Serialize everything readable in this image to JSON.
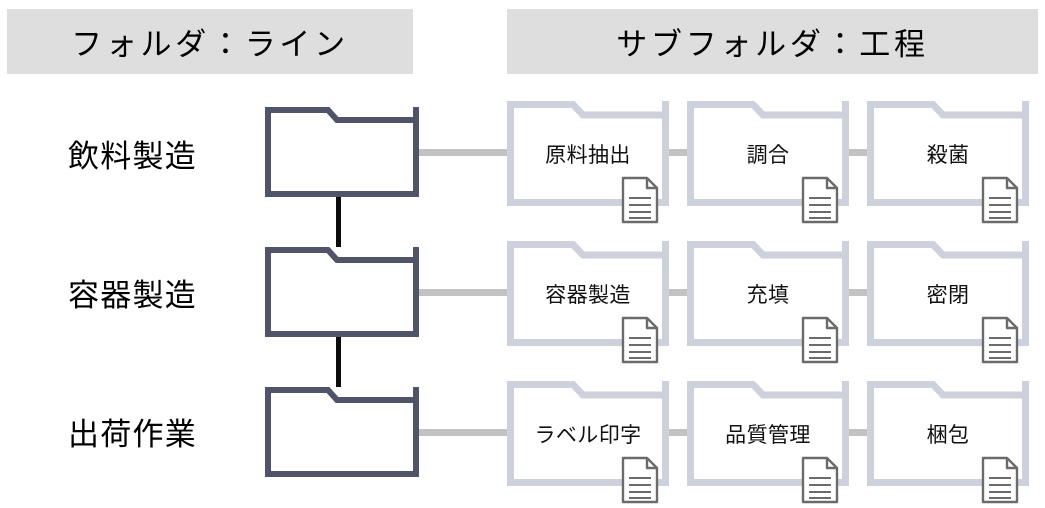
{
  "headers": {
    "folder": "フォルダ：ライン",
    "subfolder": "サブフォルダ：工程"
  },
  "colors": {
    "header_bg": "#dedede",
    "main_folder_border": "#4f5468",
    "sub_folder_border": "#ccd1dc",
    "connector": "#c2c2c2",
    "trunk": "#0c0c0c",
    "doc_icon": "#6b6b6b",
    "text": "#111111",
    "page_bg": "#ffffff"
  },
  "rows": [
    {
      "label": "飲料製造",
      "subfolders": [
        {
          "label": "原料抽出",
          "icon": "document-icon"
        },
        {
          "label": "調合",
          "icon": "document-icon"
        },
        {
          "label": "殺菌",
          "icon": "document-icon"
        }
      ]
    },
    {
      "label": "容器製造",
      "subfolders": [
        {
          "label": "容器製造",
          "icon": "document-icon"
        },
        {
          "label": "充填",
          "icon": "document-icon"
        },
        {
          "label": "密閉",
          "icon": "document-icon"
        }
      ]
    },
    {
      "label": "出荷作業",
      "subfolders": [
        {
          "label": "ラベル印字",
          "icon": "document-icon"
        },
        {
          "label": "品質管理",
          "icon": "document-icon"
        },
        {
          "label": "梱包",
          "icon": "document-icon"
        }
      ]
    }
  ]
}
